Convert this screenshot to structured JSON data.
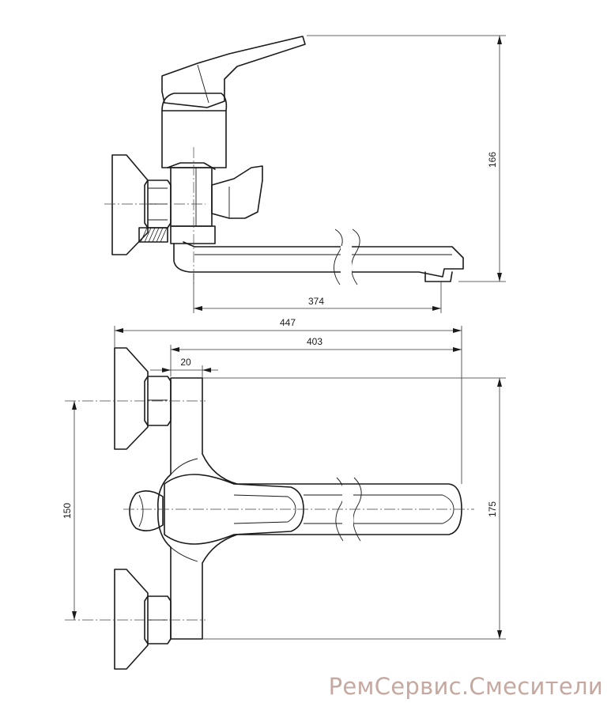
{
  "dimensions": {
    "height_side": "166",
    "spout_reach": "374",
    "overall_length": "447",
    "reach_from_centre": "403",
    "offset": "20",
    "inlet_centres": "150",
    "overall_width": "175"
  },
  "watermark": "РемСервис.Смесители"
}
